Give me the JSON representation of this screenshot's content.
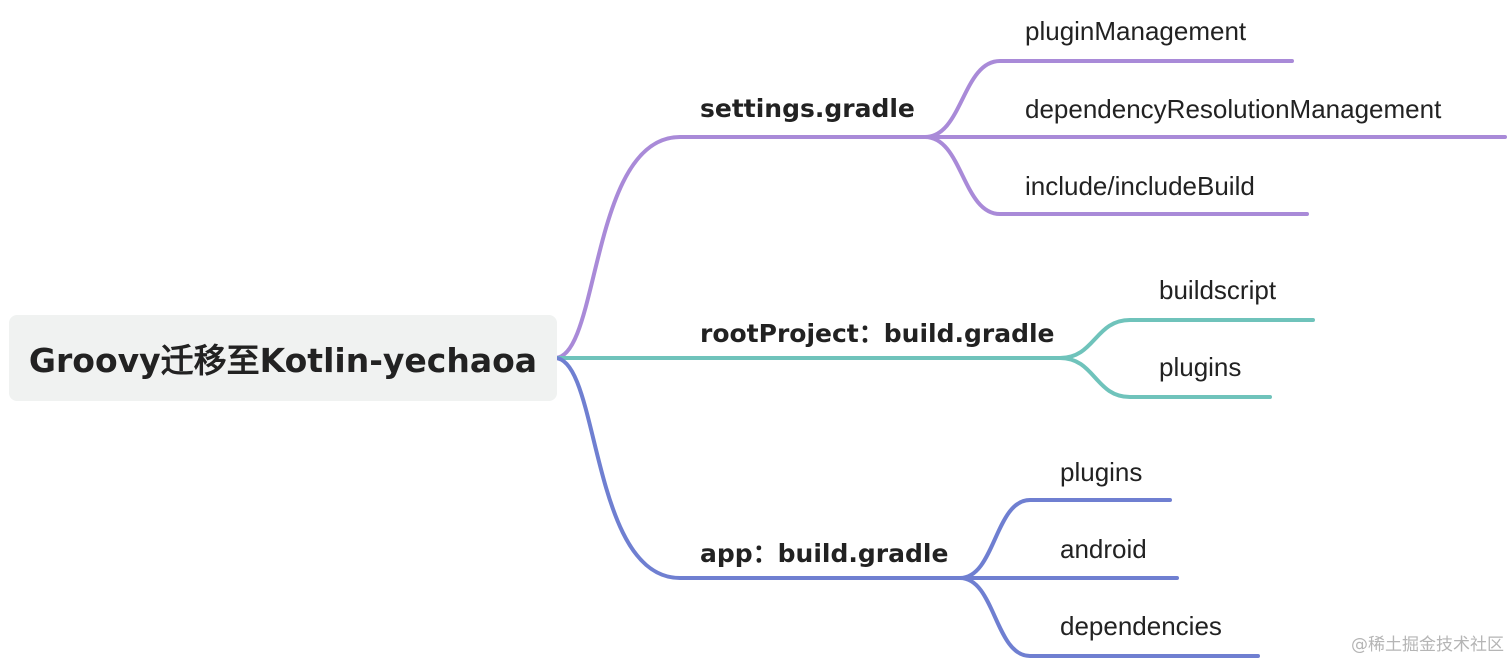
{
  "root": {
    "label": "Groovy迁移至Kotlin-yechaoa"
  },
  "branches": [
    {
      "label": "settings.gradle",
      "color": "#a98ad8",
      "children": [
        "pluginManagement",
        "dependencyResolutionManagement",
        "include/includeBuild"
      ]
    },
    {
      "label": "rootProject：build.gradle",
      "color": "#6fc3bb",
      "children": [
        "buildscript",
        "plugins"
      ]
    },
    {
      "label": "app：build.gradle",
      "color": "#6f7fd1",
      "children": [
        "plugins",
        "android",
        "dependencies"
      ]
    }
  ],
  "watermark": "@稀土掘金技术社区"
}
